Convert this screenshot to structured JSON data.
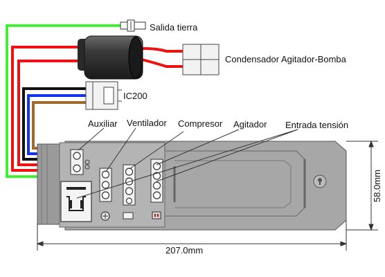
{
  "labels": {
    "ground": "Salida tierra",
    "capacitor": "Condensador Agitador-Bomba",
    "ic200": "IC200",
    "auxiliar": "Auxiliar",
    "ventilador": "Ventilador",
    "compresor": "Compresor",
    "agitador": "Agitador",
    "entrada": "Entrada tensión"
  },
  "dimensions": {
    "length": "207.0mm",
    "width": "58.0mm"
  },
  "colors": {
    "green_wire": "#44ff33",
    "red_wire": "#ee1111",
    "black_wire": "#111111",
    "blue_wire": "#1133ee",
    "brown_wire": "#a06a2c",
    "board": "#a7a7a7",
    "board_edge": "#555555",
    "connector": "#f2f2f2",
    "capacitor_body": "#303030"
  },
  "icons": {
    "ground_terminal": "spade-terminal-icon",
    "keyhole": "keyhole-icon",
    "power_socket": "power-socket-icon"
  }
}
